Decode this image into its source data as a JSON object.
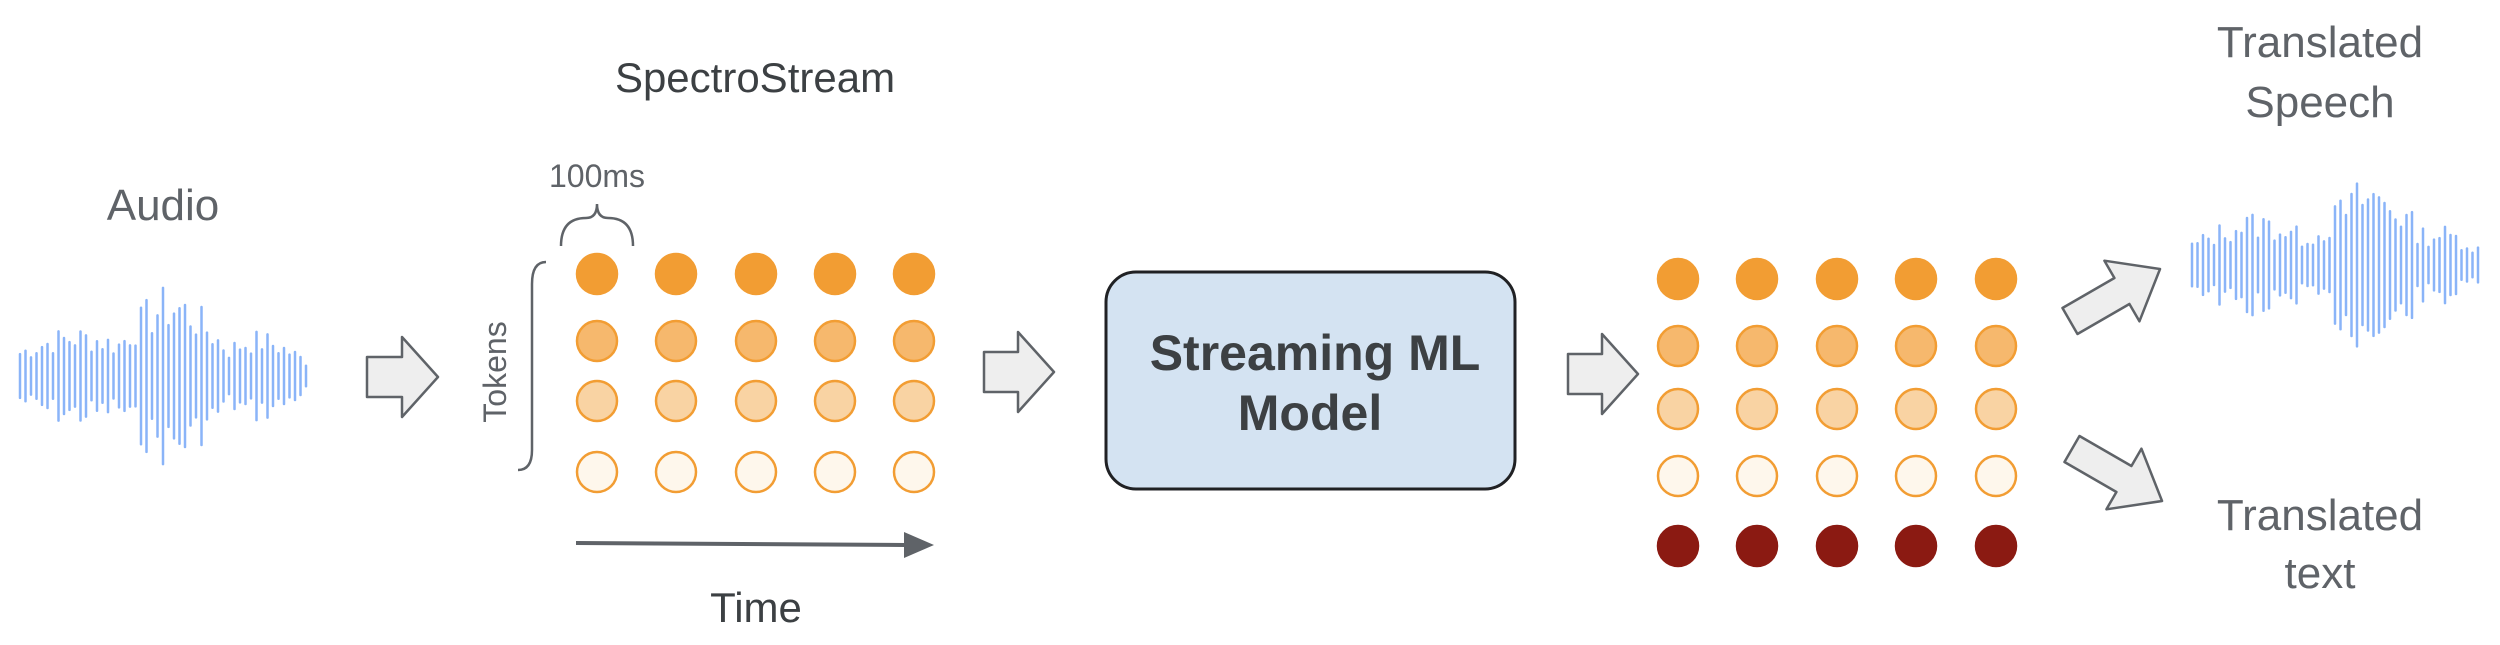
{
  "labels": {
    "audio": "Audio",
    "spectrostream": "SpectroStream",
    "duration": "100ms",
    "tokens_axis": "Tokens",
    "time_axis": "Time",
    "model_line1": "Streaming ML",
    "model_line2": "Model",
    "speech_line1": "Translated",
    "speech_line2": "Speech",
    "text_line1": "Translated",
    "text_line2": "text"
  },
  "colors": {
    "text": "#5f6368",
    "model_box_fill": "#d4e3f2",
    "waveform": "#8ab4f8",
    "arrow_fill": "#eeeeee",
    "arrow_stroke": "#5f6368",
    "token_row_1": "#f29d33",
    "token_row_2": "#f6b86d",
    "token_row_3": "#f9d3a3",
    "token_row_4": "#fef7ec",
    "text_token_row": "#8b1a12",
    "token_outline": "#f29d33"
  },
  "token_grid": {
    "rows": 4,
    "columns": 5
  },
  "output_grid": {
    "rows": 5,
    "columns": 5,
    "text_rows": 1
  }
}
